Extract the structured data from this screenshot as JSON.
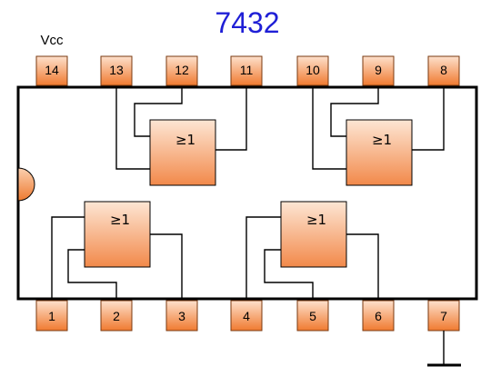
{
  "title": "7432",
  "vcc_label": "Vcc",
  "pins_top": [
    "14",
    "13",
    "12",
    "11",
    "10",
    "9",
    "8"
  ],
  "pins_bottom": [
    "1",
    "2",
    "3",
    "4",
    "5",
    "6",
    "7"
  ],
  "gate_symbol": "≥1",
  "colors": {
    "title": "#1f1fd6",
    "pin_fill_light": "#fde0cc",
    "pin_fill_dark": "#f07a30",
    "gate_fill_light": "#fde6d4",
    "gate_fill_dark": "#f2894a",
    "notch": "#f08a40"
  }
}
